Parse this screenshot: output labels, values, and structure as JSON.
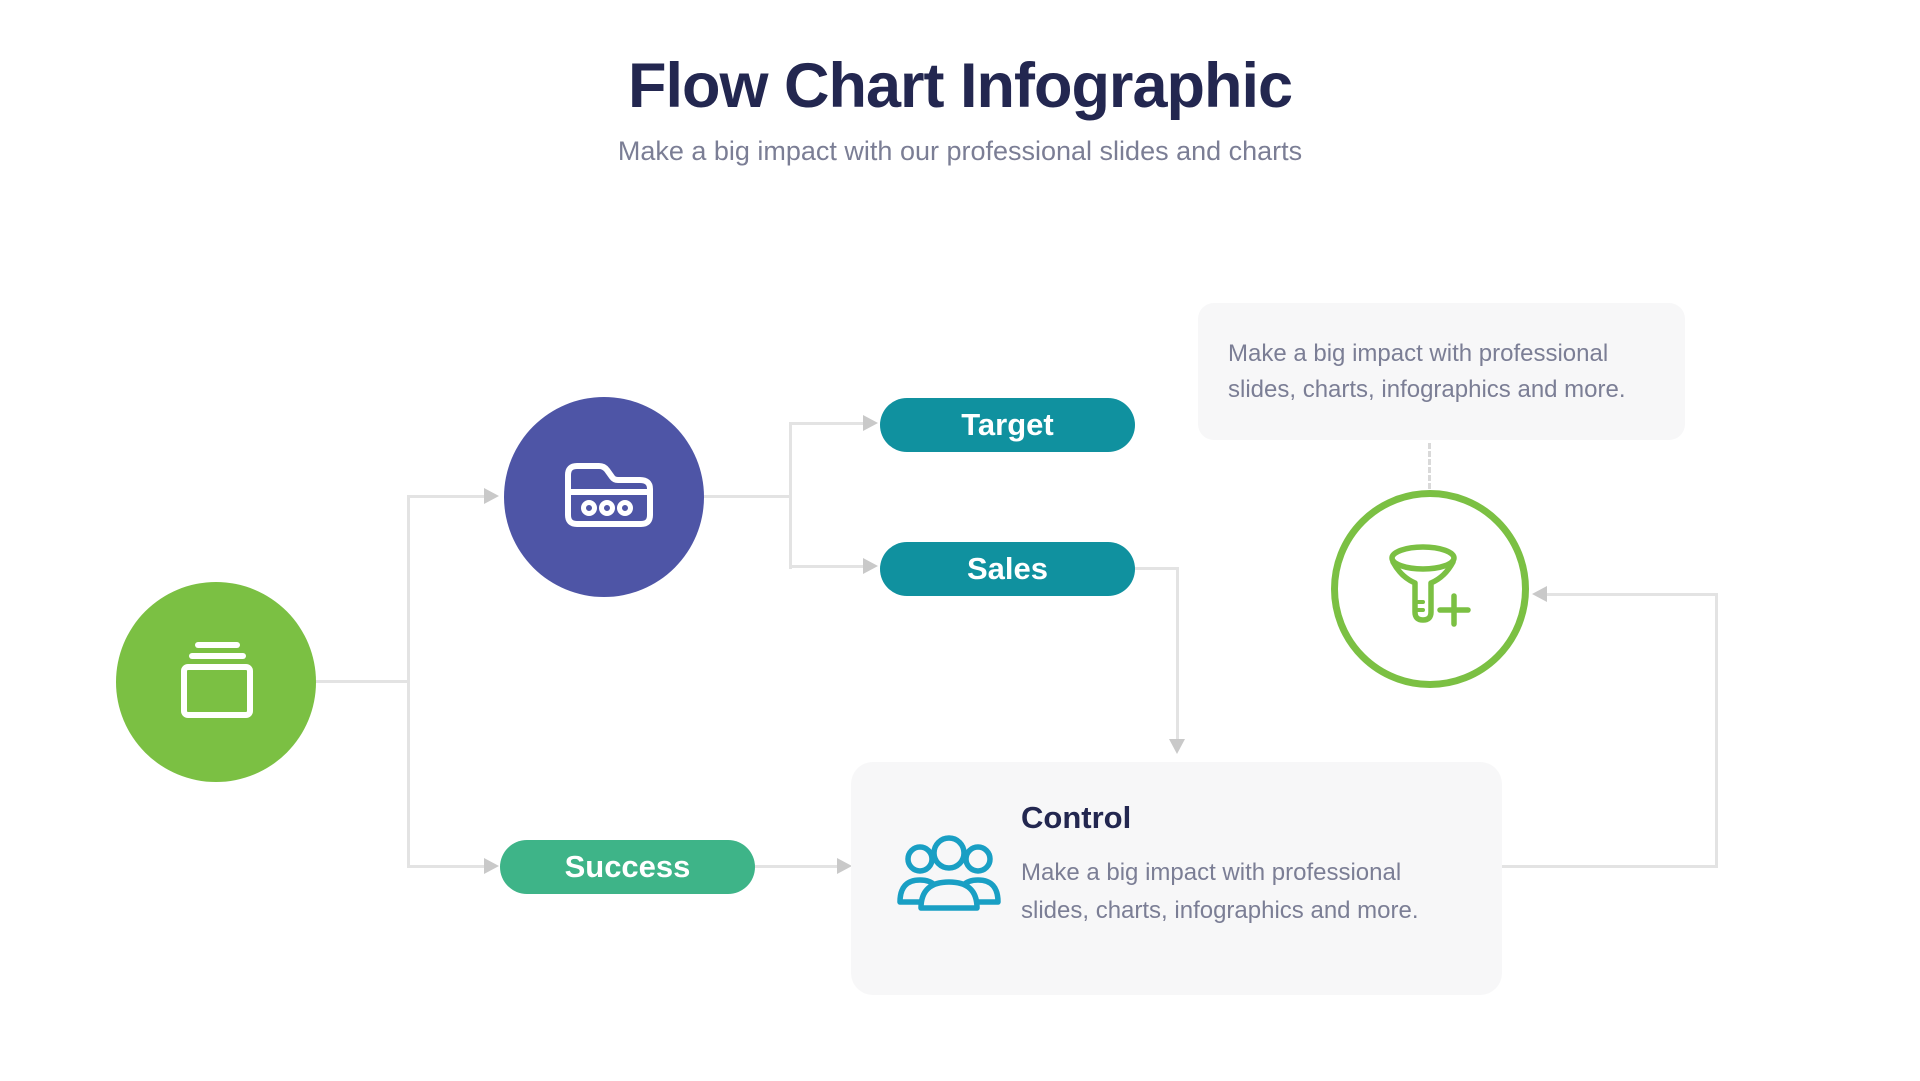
{
  "header": {
    "title": "Flow Chart Infographic",
    "subtitle": "Make a big impact with our professional slides and charts"
  },
  "flow": {
    "start_node": {
      "icon": "slides-stack-icon",
      "color": "#7bc043"
    },
    "folder_node": {
      "icon": "folder-icon",
      "color": "#4e55a6"
    },
    "pills": [
      {
        "label": "Target",
        "color": "#10919f"
      },
      {
        "label": "Sales",
        "color": "#10919f"
      },
      {
        "label": "Success",
        "color": "#3eb488"
      }
    ],
    "funnel_node": {
      "icon": "funnel-plus-icon",
      "color": "#7bc043"
    },
    "info_box": {
      "lines": [
        "Make a big impact with professional",
        "slides, charts, infographics and more."
      ]
    },
    "control_box": {
      "title": "Control",
      "lines": [
        "Make a big impact with professional",
        "slides, charts, infographics and more."
      ],
      "icon": "team-icon",
      "icon_color": "#199fc4"
    }
  },
  "colors": {
    "title_text": "#232750",
    "body_text": "#7b7e95",
    "panel_bg": "#f7f7f8",
    "connector_line": "#e3e3e3",
    "connector_arrow": "#c9c9c9",
    "green": "#7bc043",
    "purple": "#4e55a6",
    "teal": "#10919f",
    "emerald": "#3eb488",
    "icon_teal": "#199fc4"
  }
}
